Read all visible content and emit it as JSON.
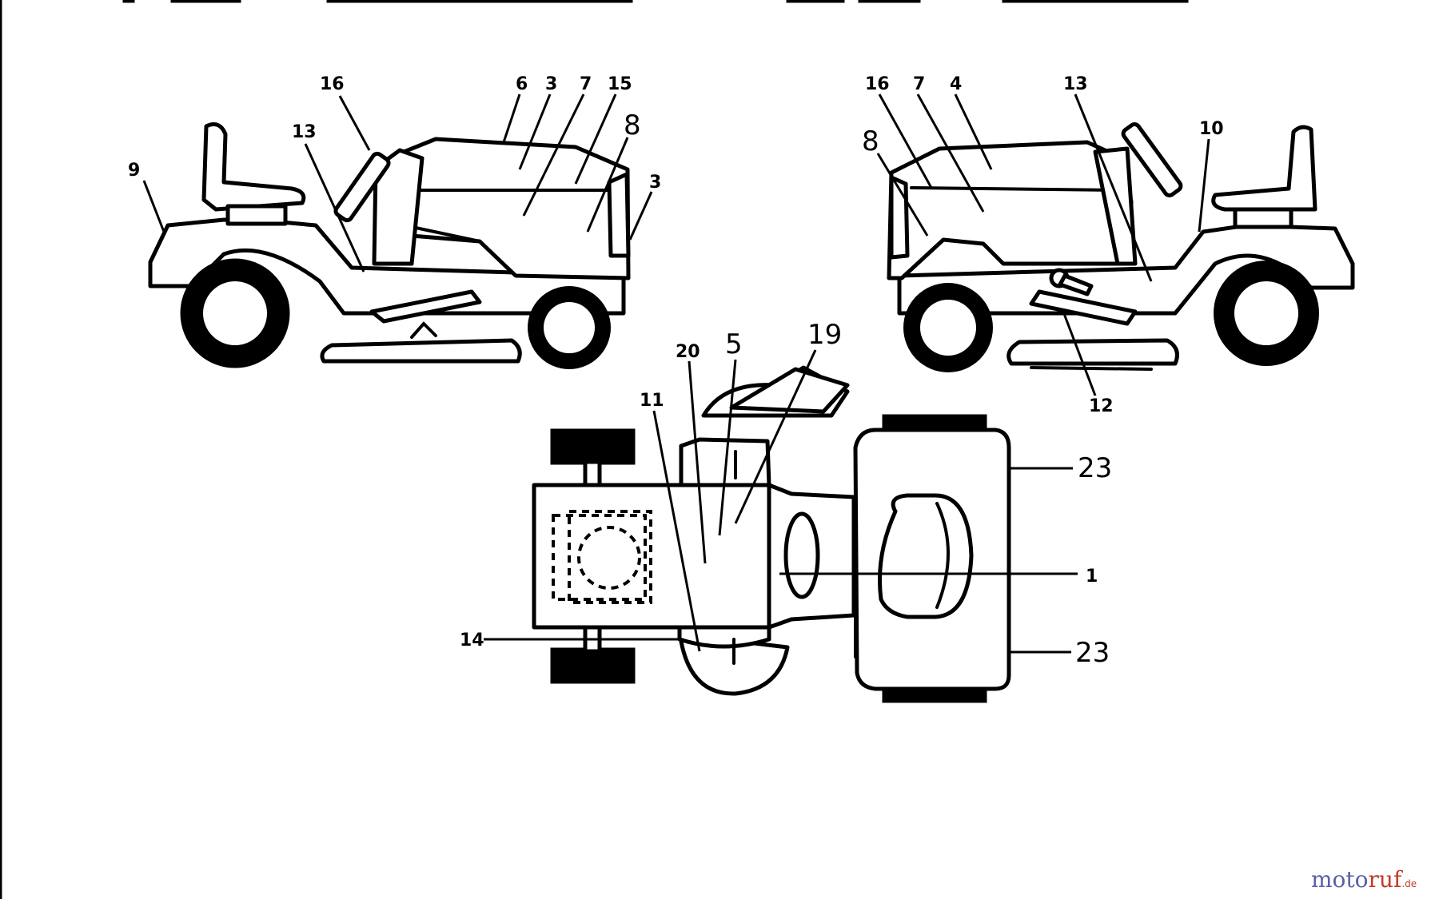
{
  "header": {
    "fragments": [
      "-",
      "...",
      "...",
      "...",
      "...",
      "..."
    ]
  },
  "callouts": {
    "left_view": {
      "c9": "9",
      "c16": "16",
      "c13": "13",
      "c6": "6",
      "c3a": "3",
      "c7": "7",
      "c15": "15",
      "c8": "8",
      "c3b": "3"
    },
    "right_view": {
      "c16": "16",
      "c7": "7",
      "c4": "4",
      "c13": "13",
      "c8": "8",
      "c10": "10",
      "c12": "12"
    },
    "top_view": {
      "c20": "20",
      "c5": "5",
      "c19": "19",
      "c11": "11",
      "c14": "14",
      "c1": "1",
      "c23a": "23",
      "c23b": "23"
    }
  },
  "watermark": {
    "moto": "moto",
    "ruf": "ruf",
    "tld": ".de"
  },
  "colors": {
    "line": "#000000",
    "background": "#ffffff",
    "watermark_blue": "#5b5fa8",
    "watermark_red": "#c23a2b"
  }
}
